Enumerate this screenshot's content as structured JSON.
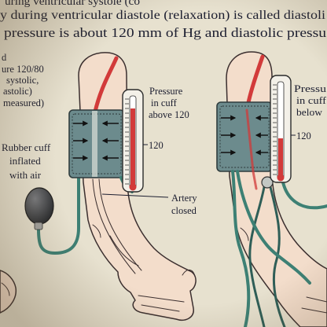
{
  "page_text": {
    "line1": "uring ventricular systole (co",
    "line2": "y during ventricular diastole (relaxation) is called diastoli",
    "line3": "pressure is about 120 mm of Hg and diastolic pressu"
  },
  "figure_left": {
    "side_labels": [
      "d",
      "ure 120/80",
      "systolic,",
      "astolic)",
      "measured)"
    ],
    "rubber_cuff_label": [
      "Rubber cuff",
      "inflated",
      "with air"
    ],
    "pressure_label": [
      "Pressure",
      "in cuff",
      "above 120"
    ],
    "gauge_mark": "120",
    "artery_label": [
      "Artery",
      "closed"
    ]
  },
  "figure_right": {
    "pressure_label": [
      "Pressu",
      "in cuff",
      "below"
    ],
    "gauge_mark": "120"
  },
  "colors": {
    "paper": "#e7e1cf",
    "ink": "#1c1e30",
    "artery": "#d23a3a",
    "cuff": "#6c8b8d",
    "tube": "#3d8074",
    "skin": "#f3ddcb",
    "bulb": "#3c3e41"
  }
}
